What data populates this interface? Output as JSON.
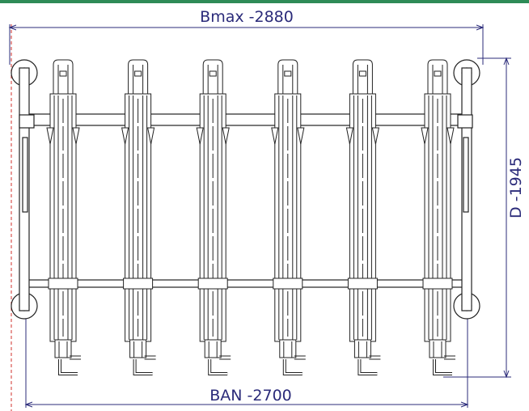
{
  "dimensions": {
    "top_width_label": "Bmax -2880",
    "bottom_width_label": "BAN -2700",
    "depth_label": "D -1945"
  },
  "structure": {
    "rack_count": 6,
    "end_posts": [
      "left-end-post",
      "right-end-post"
    ],
    "crossbars": [
      "upper-crossbar",
      "lower-crossbar"
    ]
  },
  "colors": {
    "top_rule": "#2e8b57",
    "dimension_line": "#2b2b7a",
    "drawing_line": "#222222",
    "reference_line": "#d9534f"
  }
}
